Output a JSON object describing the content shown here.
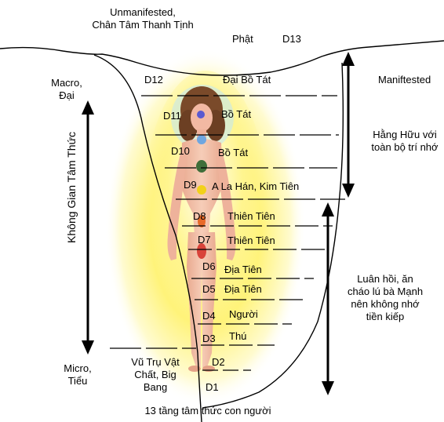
{
  "top_label": {
    "line1": "Unmanifested,",
    "line2": "Chân Tâm Thanh Tịnh"
  },
  "phat": "Phật",
  "d13": "D13",
  "macro": {
    "line1": "Macro,",
    "line2": "Đại"
  },
  "micro": {
    "line1": "Micro,",
    "line2": "Tiểu"
  },
  "manifested": "Maniftested",
  "hang_huu": {
    "line1": "Hằng Hữu với",
    "line2": "toàn bộ trí nhớ"
  },
  "luan_hoi": {
    "line1": "Luân hồi, ăn",
    "line2": "cháo lú bà Mạnh",
    "line3": "nên không nhớ",
    "line4": "tiền kiếp"
  },
  "vertical_axis": "Không Gian Tâm Thức",
  "vu_tru": {
    "line1": "Vũ Trụ Vật",
    "line2": "Chất, Big",
    "line3": "Bang"
  },
  "caption": "13 tầng tâm thức con người",
  "levels": [
    {
      "d": "D12",
      "name": "Đại Bồ Tát"
    },
    {
      "d": "D11",
      "name": "Bồ Tát"
    },
    {
      "d": "D10",
      "name": "Bồ Tát"
    },
    {
      "d": "D9",
      "name": "A La Hán, Kim Tiên"
    },
    {
      "d": "D8",
      "name": "Thiên Tiên"
    },
    {
      "d": "D7",
      "name": "Thiên Tiên"
    },
    {
      "d": "D6",
      "name": "Địa Tiên"
    },
    {
      "d": "D5",
      "name": "Địa Tiên"
    },
    {
      "d": "D4",
      "name": "Người"
    },
    {
      "d": "D3",
      "name": "Thú"
    },
    {
      "d": "D2",
      "name": ""
    },
    {
      "d": "D1",
      "name": ""
    }
  ],
  "colors": {
    "aura_outer": "#fff7a8",
    "aura_inner": "#fff35a",
    "body": "#f2b9a3",
    "hair": "#7a4a2a",
    "line": "#000000"
  },
  "chakra_colors": [
    "#5a5ad0",
    "#6fa6e0",
    "#3f6e3a",
    "#f2d11a",
    "#e86a2a",
    "#d9433a"
  ]
}
